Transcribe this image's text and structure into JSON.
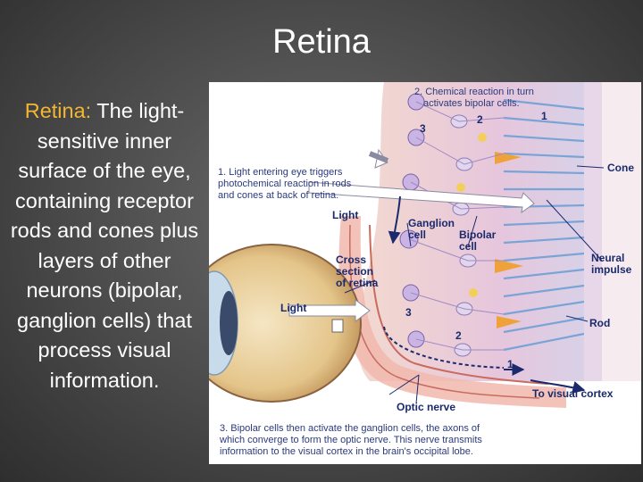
{
  "slide": {
    "title": "Retina",
    "term": "Retina",
    "colon": ":",
    "definition": " The light-sensitive inner surface of the eye, containing receptor rods and cones plus layers of other neurons (bipolar, ganglion cells) that process visual information."
  },
  "figure": {
    "caption_top_1": "2. Chemical reaction in turn",
    "caption_top_2": "activates bipolar cells.",
    "caption_left_1": "1. Light entering eye triggers",
    "caption_left_2": "photochemical reaction in rods",
    "caption_left_3": "and cones at back of retina.",
    "light_label_1": "Light",
    "light_label_2": "Light",
    "ganglion_1": "Ganglion",
    "ganglion_2": "cell",
    "bipolar_1": "Bipolar",
    "bipolar_2": "cell",
    "cross_1": "Cross",
    "cross_2": "section",
    "cross_3": "of retina",
    "cone": "Cone",
    "neural_1": "Neural",
    "neural_2": "impulse",
    "rod": "Rod",
    "optic_nerve": "Optic nerve",
    "visual_cortex": "To visual cortex",
    "caption_bottom_1": "3. Bipolar cells then activate the ganglion cells, the axons of",
    "caption_bottom_2": "which converge to form the optic nerve. This nerve transmits",
    "caption_bottom_3": "information to the visual cortex in the brain's occipital lobe.",
    "n1_top": "1",
    "n2_top": "2",
    "n3_top": "3",
    "n3_mid": "3",
    "n2_bot": "2",
    "n1_bot": "1"
  },
  "colors": {
    "background": "#4a4a4a",
    "title_text": "#ffffff",
    "term_highlight": "#f2b632",
    "figure_label": "#2a3a7c"
  }
}
